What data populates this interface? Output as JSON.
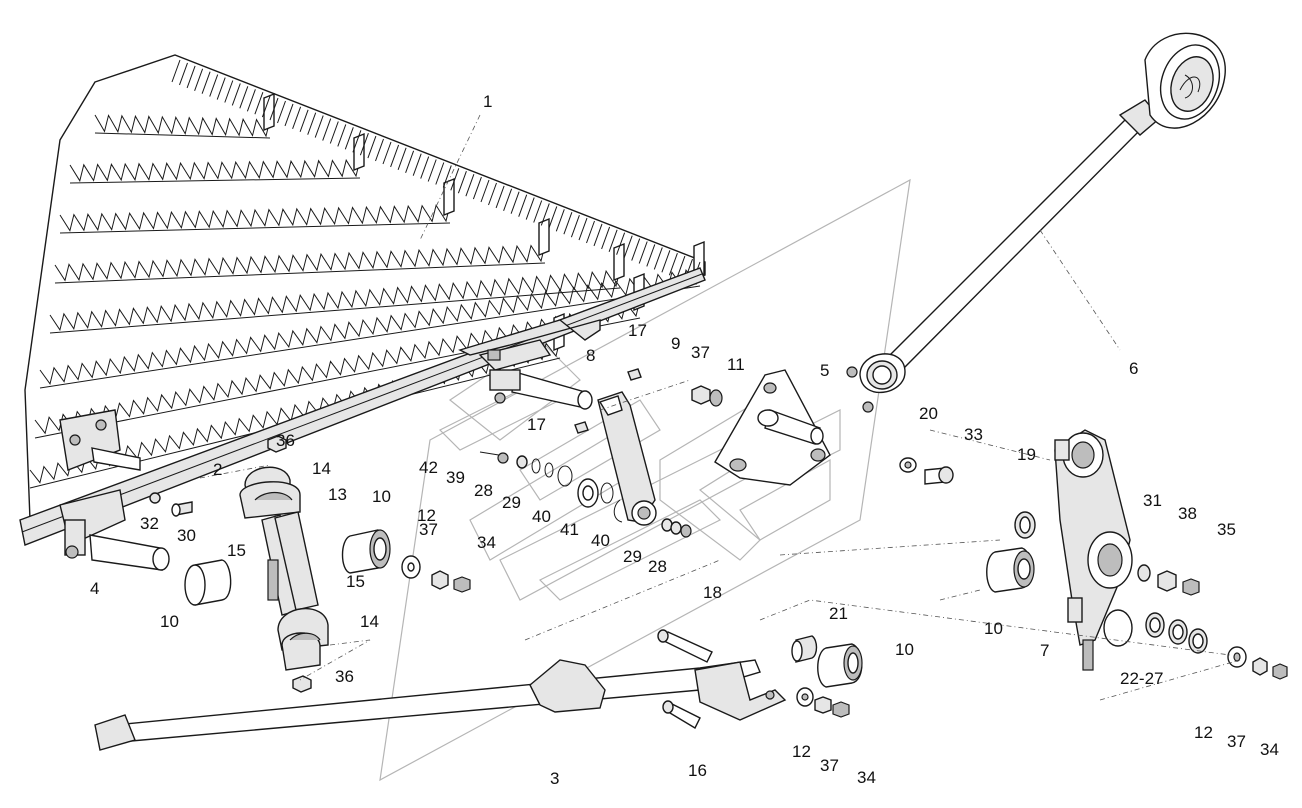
{
  "diagram": {
    "callouts": [
      "1",
      "2",
      "3",
      "4",
      "5",
      "6",
      "7",
      "8",
      "9",
      "10",
      "10",
      "10",
      "10",
      "11",
      "12",
      "12",
      "12",
      "13",
      "14",
      "14",
      "15",
      "15",
      "16",
      "17",
      "17",
      "18",
      "19",
      "20",
      "21",
      "22-27",
      "28",
      "28",
      "29",
      "29",
      "30",
      "31",
      "32",
      "33",
      "34",
      "34",
      "34",
      "35",
      "36",
      "36",
      "37",
      "37",
      "37",
      "37",
      "38",
      "39",
      "40",
      "40",
      "41",
      "42"
    ]
  },
  "colors": {
    "line": "#1a1a1a",
    "fill": "#e6e6e6",
    "shadow": "#bdbdbd",
    "watermark": "#b5b5b5"
  }
}
